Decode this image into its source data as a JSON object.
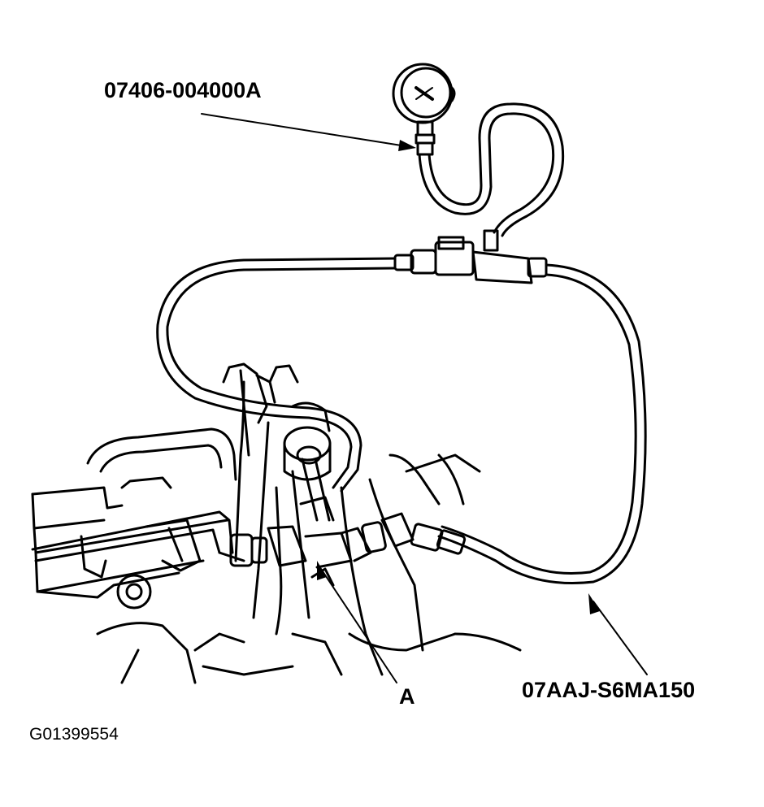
{
  "labels": {
    "gauge_tool": "07406-004000A",
    "hose_tool": "07AAJ-S6MA150",
    "connection": "A"
  },
  "figure_id": "G01399554",
  "colors": {
    "ink": "#000000",
    "paper": "#ffffff"
  }
}
